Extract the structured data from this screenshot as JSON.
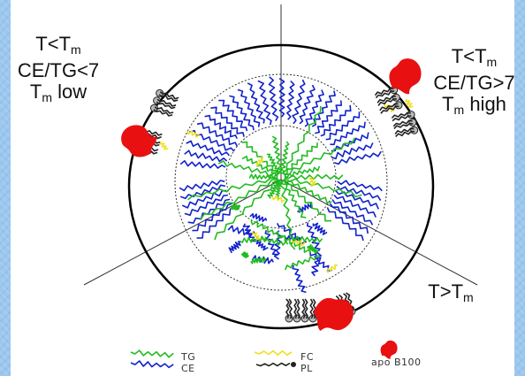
{
  "quadrants": {
    "top_left": {
      "line1_a": "T<T",
      "line1_sub": "m",
      "line2": "CE/TG<7",
      "line3_a": "T",
      "line3_sub": "m",
      "line3_b": " low"
    },
    "top_right": {
      "line1_a": "T<T",
      "line1_sub": "m",
      "line2": "CE/TG>7",
      "line3_a": "T",
      "line3_sub": "m",
      "line3_b": " high"
    },
    "bottom_right": {
      "line1_a": "T>T",
      "line1_sub": "m"
    }
  },
  "legend": {
    "tg": "TG",
    "ce": "CE",
    "fc": "FC",
    "pl": "PL",
    "apo": "apo B100"
  },
  "colors": {
    "tg": "#22bb22",
    "ce": "#1122cc",
    "fc": "#f0e020",
    "apo": "#e81010",
    "pl": "#222222"
  }
}
